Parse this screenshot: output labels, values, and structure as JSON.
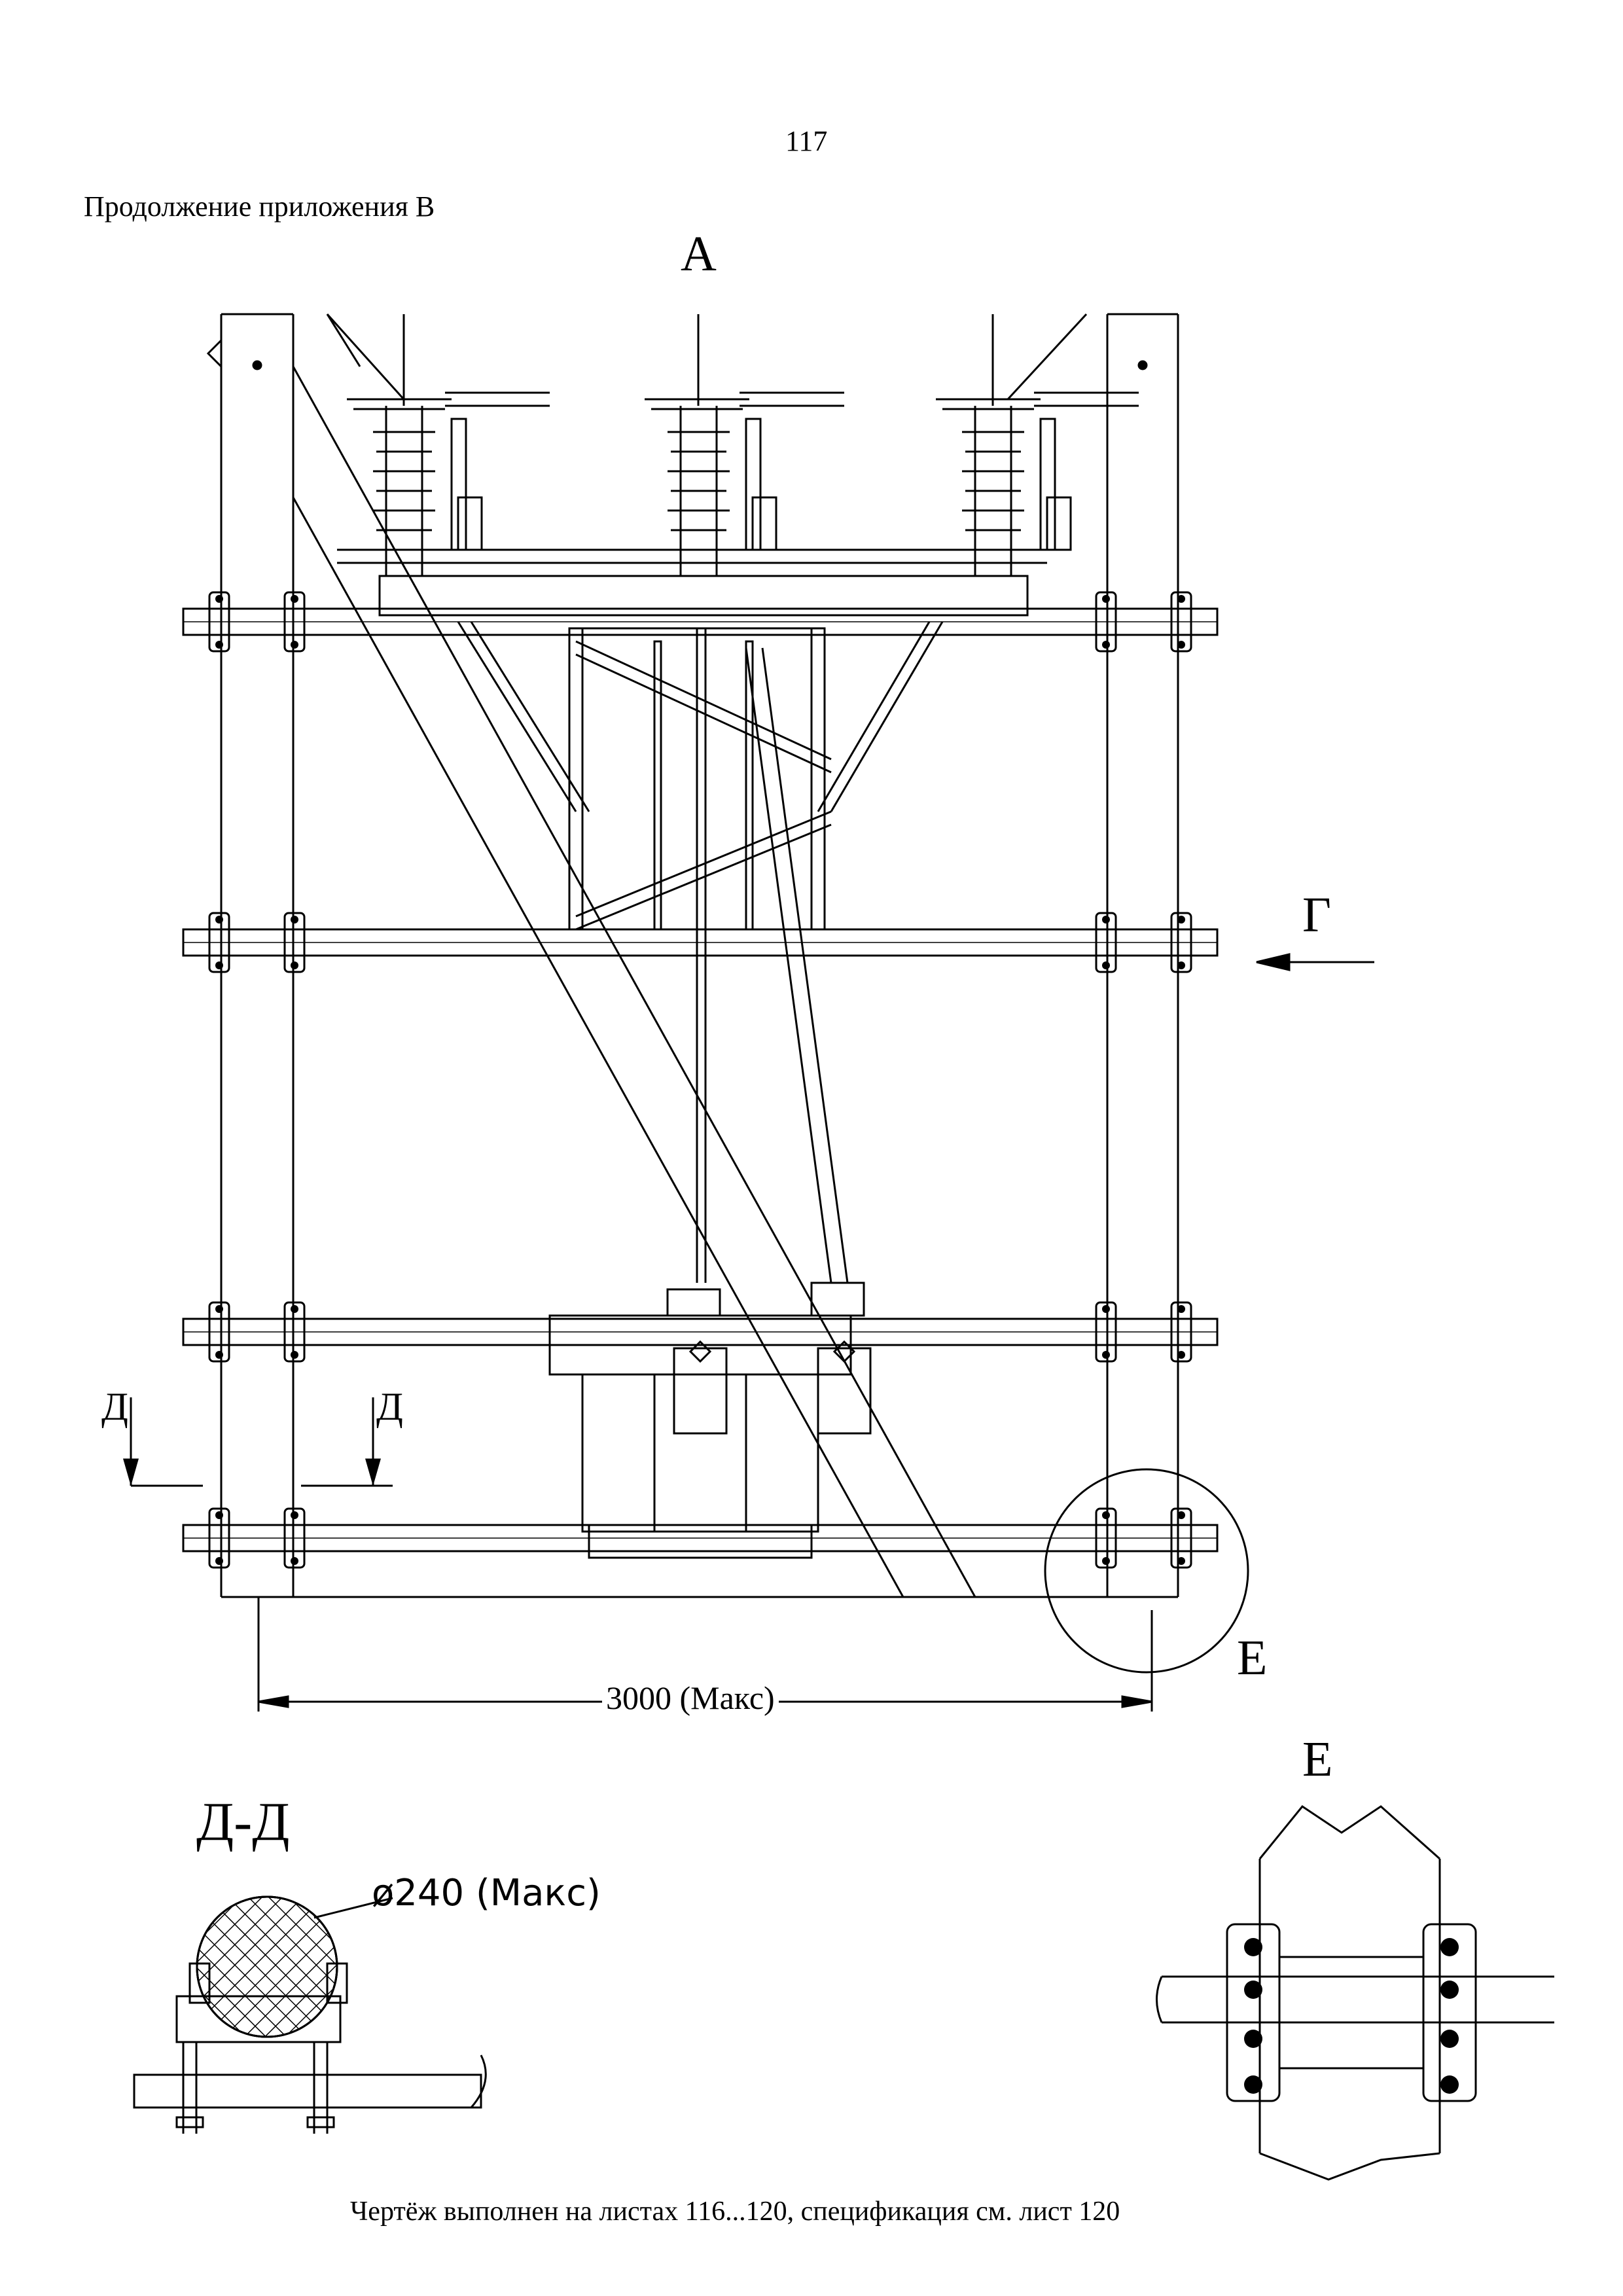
{
  "page_number": "117",
  "appendix_heading": "Продолжение приложения В",
  "view_labels": {
    "view_a": "А",
    "view_g": "Г",
    "section_d_left": "Д",
    "section_d_right": "Д",
    "detail_e": "Е"
  },
  "dimension": {
    "width_text": "3000 (Макс)"
  },
  "section_dd": {
    "title": "Д-Д",
    "diameter_text": "ø240 (Макс)"
  },
  "detail_e": {
    "title": "Е"
  },
  "footer_note": "Чертёж выполнен на листах 116...120, спецификация см. лист 120",
  "colors": {
    "line": "#000000",
    "paper": "#ffffff"
  }
}
